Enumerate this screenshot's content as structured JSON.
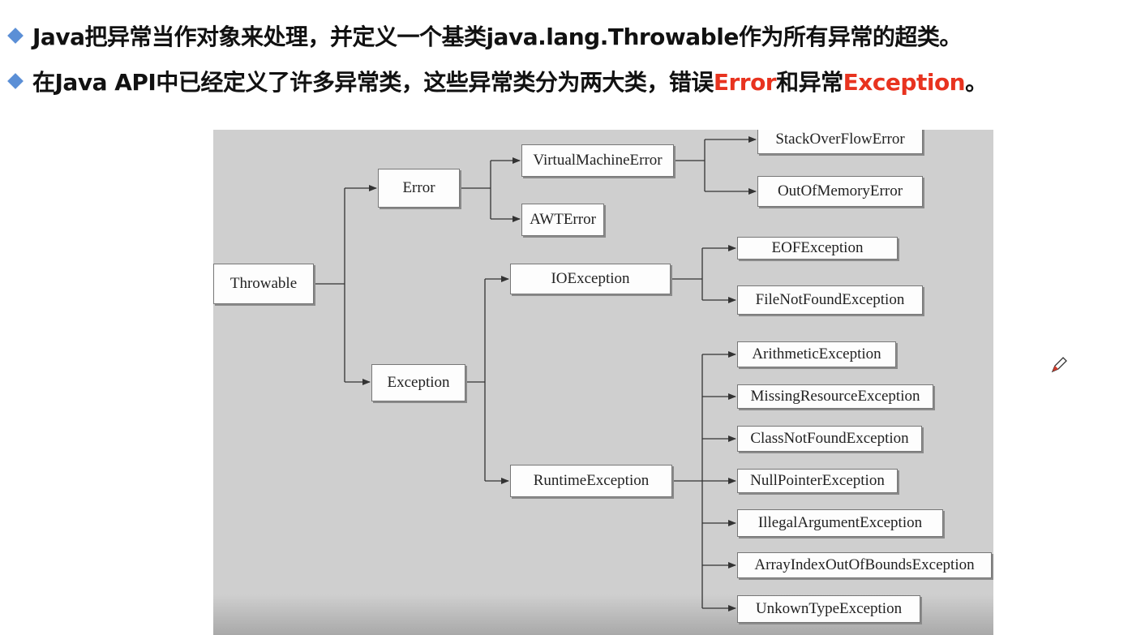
{
  "bullets": {
    "line1": {
      "text": "Java把异常当作对象来处理，并定义一个基类java.lang.Throwable作为所有异常的超类。"
    },
    "line2": {
      "pre": "在Java API中已经定义了许多异常类，这些异常类分为两大类，错误",
      "error": "Error",
      "mid": "和异常",
      "exception": "Exception",
      "post": "。"
    }
  },
  "diagram": {
    "nodes": {
      "throwable": "Throwable",
      "error": "Error",
      "exception": "Exception",
      "vm_error": "VirtualMachineError",
      "awt_error": "AWTError",
      "stack_overflow": "StackOverFlowError",
      "out_of_memory": "OutOfMemoryError",
      "io_exception": "IOException",
      "runtime_exception": "RuntimeException",
      "eof_exception": "EOFException",
      "file_not_found": "FileNotFoundException",
      "arithmetic": "ArithmeticException",
      "missing_resource": "MissingResourceException",
      "class_not_found": "ClassNotFoundException",
      "null_pointer": "NullPointerException",
      "illegal_argument": "IllegalArgumentException",
      "array_index": "ArrayIndexOutOfBoundsException",
      "unknown_type": "UnkownTypeException"
    }
  },
  "colors": {
    "accent": "#e8331f",
    "bullet": "#5b8fd6",
    "diagram_bg": "#cfcfcf"
  },
  "icons": {
    "bullet": "diamond-icon",
    "cursor": "pencil-icon"
  }
}
